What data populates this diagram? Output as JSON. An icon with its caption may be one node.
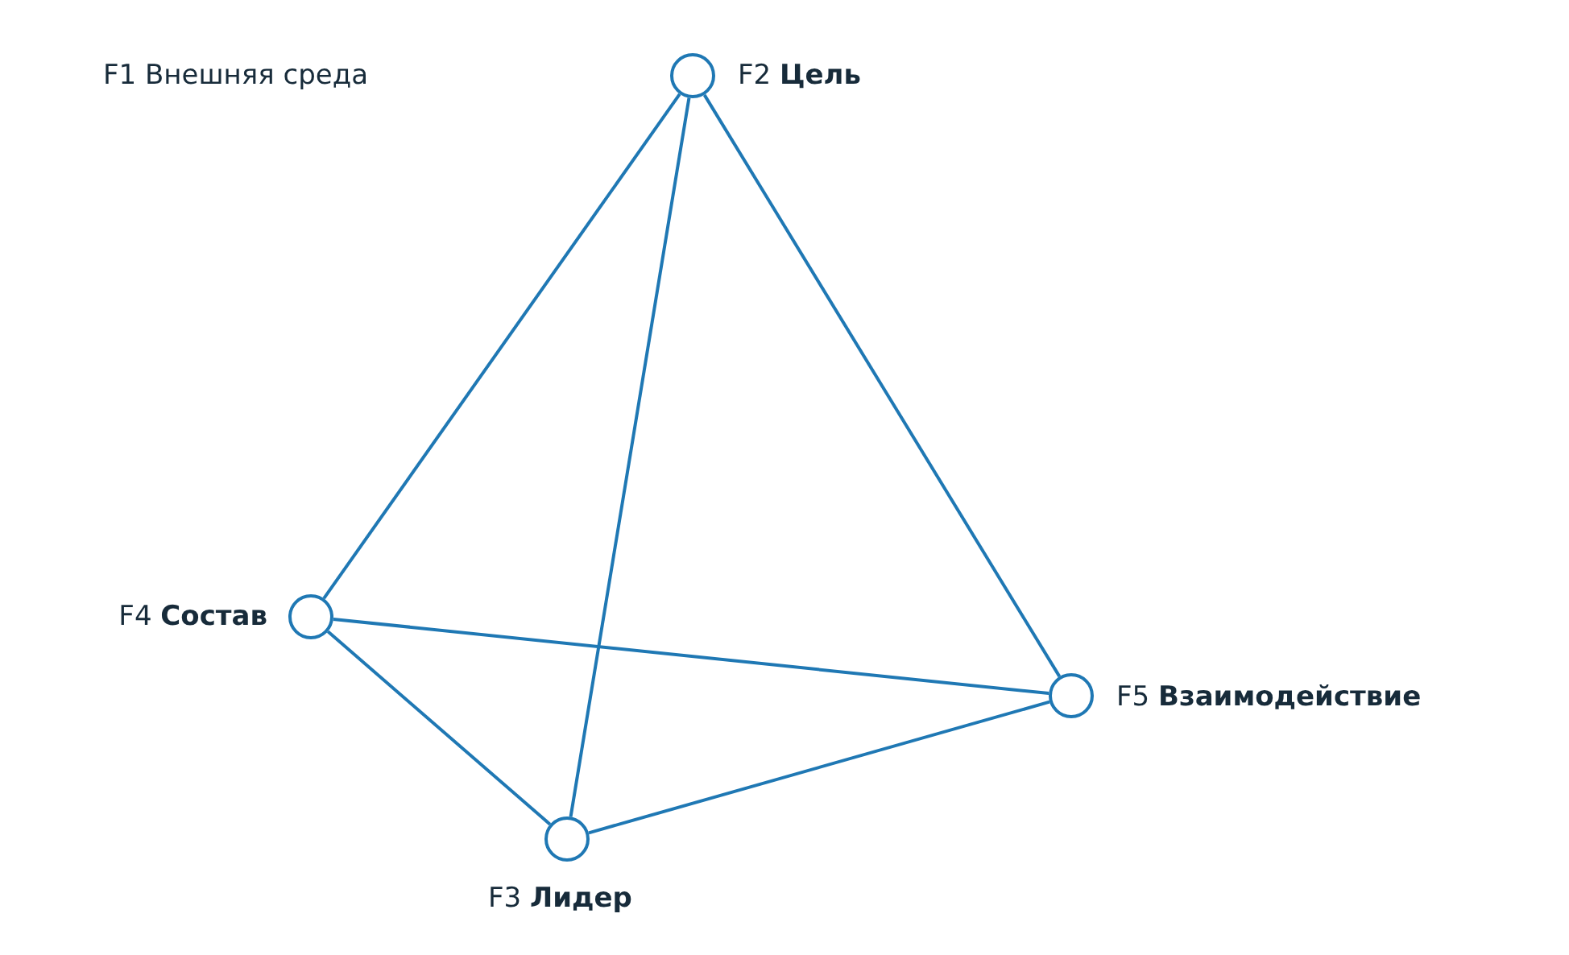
{
  "diagram": {
    "nodes": [
      {
        "text": [],
        "shape": "circle",
        "beside": [
          "F2 **Цель**"
        ]
      },
      {
        "text": [],
        "shape": "circle",
        "beside": [
          "F4 **Состав**"
        ]
      },
      {
        "text": [],
        "shape": "circle",
        "beside": [
          "F5 **Взаимодействие**"
        ]
      },
      {
        "text": [],
        "shape": "circle",
        "beside": [
          "F3 **Лидер**"
        ]
      }
    ],
    "edges": [
      {
        "from": 0,
        "to": 1,
        "arrow": "none"
      },
      {
        "from": 0,
        "to": 3,
        "arrow": "none"
      },
      {
        "from": 0,
        "to": 2,
        "arrow": "none"
      },
      {
        "from": 1,
        "to": 2,
        "arrow": "none"
      },
      {
        "from": 1,
        "to": 3,
        "arrow": "none"
      },
      {
        "from": 3,
        "to": 2,
        "arrow": "none"
      }
    ],
    "labels": [
      "F1 Внешняя среда"
    ]
  }
}
